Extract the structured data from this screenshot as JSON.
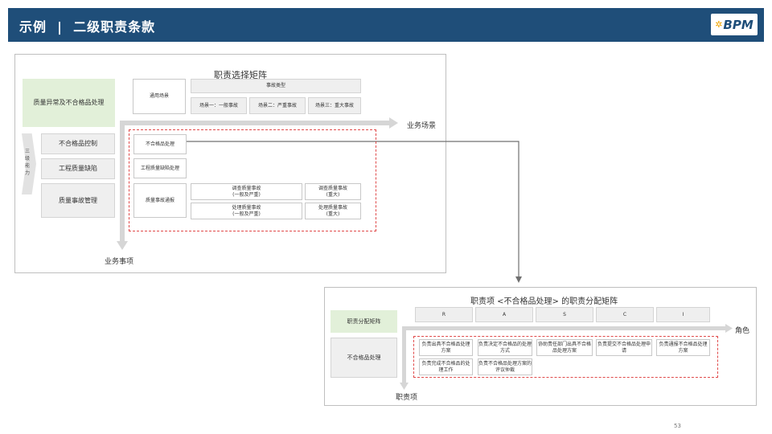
{
  "header": {
    "title": "示例  |  二级职责条款",
    "logo": "BPM"
  },
  "matrix1": {
    "title": "职责选择矩阵",
    "module": "质量异常及不合格品处理",
    "level_label": "三级能力",
    "capabilities": [
      "不合格品控制",
      "工程质量缺陷",
      "质量事故管理"
    ],
    "scenario_header": "通用场景",
    "type_header": "事故类型",
    "scenarios": [
      "场景一：一般事故",
      "场景二：严重事故",
      "场景三：重大事故"
    ],
    "axis_x": "业务场景",
    "axis_y": "业务事项",
    "items": [
      "不合格品处理",
      "工程质量缺陷处理",
      "质量事故通报"
    ],
    "cells": [
      "调查质量事故\n(一般及严重)",
      "调查质量事故\n(重大)",
      "处理质量事故\n(一般及严重)",
      "处理质量事故\n(重大)"
    ]
  },
  "matrix2": {
    "title": "职责项 <不合格品处理> 的职责分配矩阵",
    "header_label": "职责分配矩阵",
    "row_label": "不合格品处理",
    "roles": [
      "R",
      "A",
      "S",
      "C",
      "I"
    ],
    "axis_x": "角色",
    "axis_y": "职责项",
    "cells_row1": [
      "负责出具不合格品处理方案",
      "负责决定不合格品的处理方式",
      "协助责任部门出具不合格品处理方案",
      "负责提交不合格品处理申请",
      "负责通报不合格品处理方案"
    ],
    "cells_row2": [
      "负责完成不合格品的处理工作",
      "负责不合格品处理方案的评议仲裁"
    ]
  },
  "page_number": "53"
}
